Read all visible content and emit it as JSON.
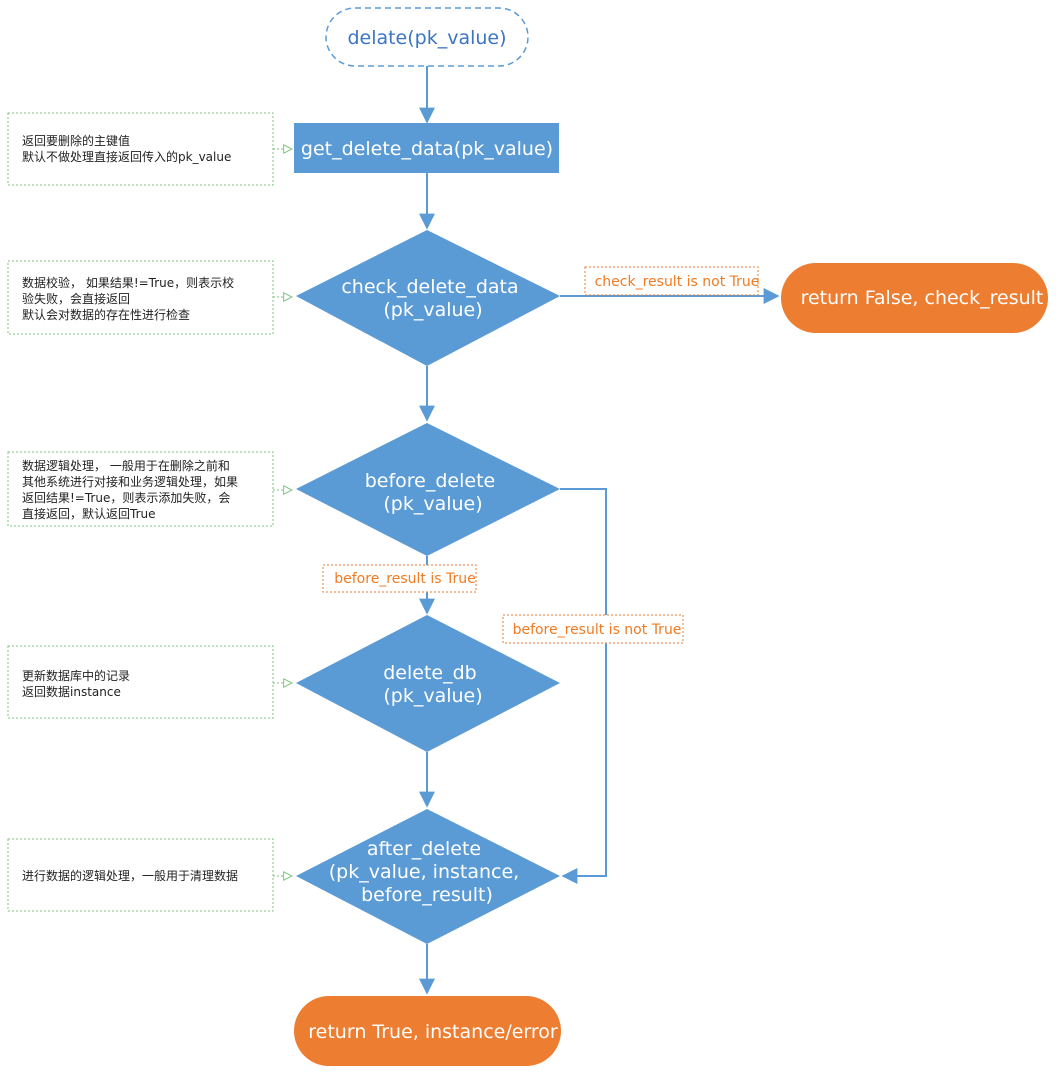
{
  "colors": {
    "blue": "#5b9bd5",
    "blue_text": "#3b75c4",
    "orange": "#ed7d31",
    "note_border": "#7ec47e"
  },
  "start": {
    "label": "delate(pk_value)"
  },
  "process": {
    "label": "get_delete_data(pk_value)"
  },
  "decisions": [
    {
      "lines": [
        "check_delete_data",
        "(pk_value)"
      ]
    },
    {
      "lines": [
        "before_delete",
        "(pk_value)"
      ]
    },
    {
      "lines": [
        "delete_db",
        "(pk_value)"
      ]
    },
    {
      "lines": [
        "after_delete",
        "(pk_value, instance,",
        "before_result)"
      ]
    }
  ],
  "terminals": {
    "fail": "return False, check_result",
    "end": "return True, instance/error"
  },
  "conditions": {
    "check_not_true": "check_result is not True",
    "before_true": "before_result is True",
    "before_not_true": "before_result is not True"
  },
  "notes": [
    {
      "lines": [
        "返回要删除的主键值",
        "默认不做处理直接返回传入的pk_value"
      ]
    },
    {
      "lines": [
        "数据校验， 如果结果!=True，则表示校",
        "验失败，会直接返回",
        "默认会对数据的存在性进行检查"
      ]
    },
    {
      "lines": [
        "数据逻辑处理， 一般用于在删除之前和",
        "其他系统进行对接和业务逻辑处理，如果",
        "返回结果!=True，则表示添加失败，会",
        "直接返回，默认返回True"
      ]
    },
    {
      "lines": [
        "更新数据库中的记录",
        "返回数据instance"
      ]
    },
    {
      "lines": [
        "进行数据的逻辑处理，一般用于清理数据"
      ]
    }
  ]
}
